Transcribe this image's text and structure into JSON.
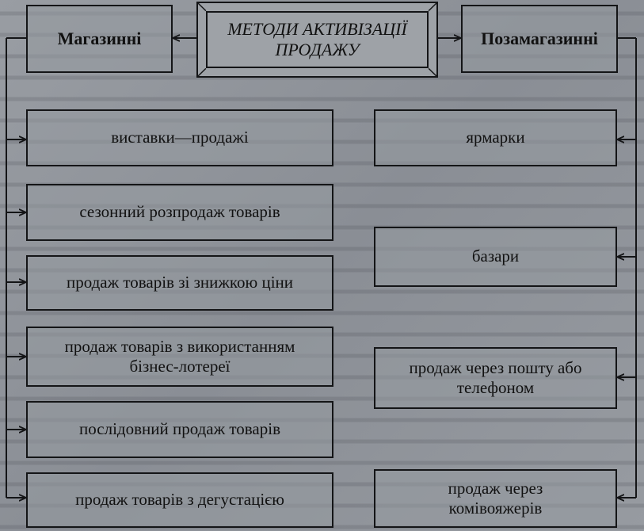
{
  "title": "МЕТОДИ АКТИВІЗАЦІЇ ПРОДАЖУ",
  "left_header": "Магазинні",
  "right_header": "Позамагазинні",
  "left_items": [
    "виставки—продажі",
    "сезонний розпродаж товарів",
    "продаж товарів зі знижкою ціни",
    "продаж товарів з використанням бізнес-лотереї",
    "послідовний продаж товарів",
    "продаж товарів з дегустацією"
  ],
  "right_items": [
    "ярмарки",
    "базари",
    "продаж через пошту або телефоном",
    "продаж через комівояжерів"
  ],
  "colors": {
    "line": "#141517",
    "box_fill": "#9ea2a7"
  }
}
